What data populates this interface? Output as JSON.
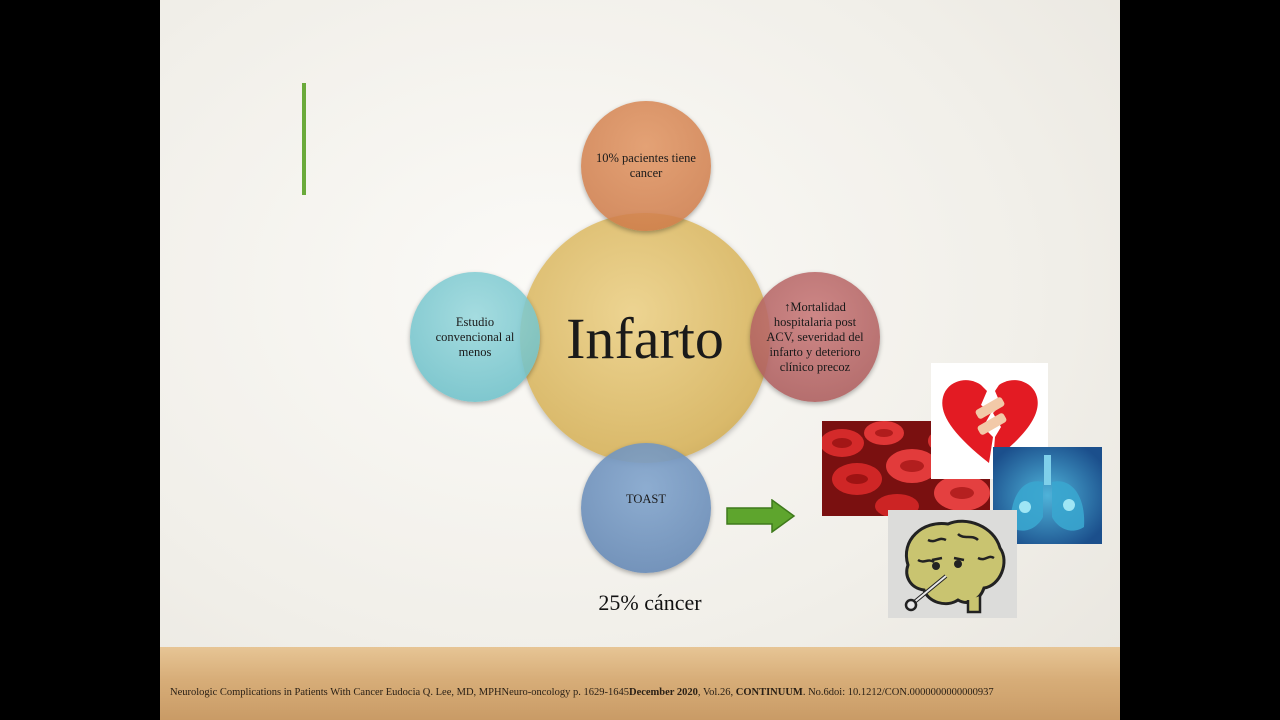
{
  "diagram": {
    "center_label": "Infarto",
    "top_label": "10% pacientes tiene cancer",
    "left_label": "Estudio convencional al menos",
    "right_label": "↑Mortalidad hospitalaria post ACV, severidad del infarto y deterioro clínico precoz",
    "bottom_label": "TOAST",
    "below_note": "25% cáncer"
  },
  "images": {
    "blood_cells": "red-blood-cells-image",
    "broken_heart": "broken-heart-icon",
    "lungs": "lungs-image",
    "sick_brain": "sick-brain-icon"
  },
  "footer": {
    "citation_part1": "Neurologic Complications in Patients With Cancer Eudocia Q. Lee, MD, MPHNeuro-oncology p. 1629-1645",
    "citation_date": "December 2020",
    "citation_part2": ", Vol.26, ",
    "citation_journal": "CONTINUUM",
    "citation_part3": ". No.6doi: 10.1212/CON.0000000000000937"
  },
  "colors": {
    "accent_line": "#6aaa3a",
    "arrow": "#5ea52d",
    "center": "#d7b45f",
    "top": "#d0865a",
    "left": "#78c8d0",
    "right": "#b46e6e",
    "bottom": "#7c9cc4"
  }
}
